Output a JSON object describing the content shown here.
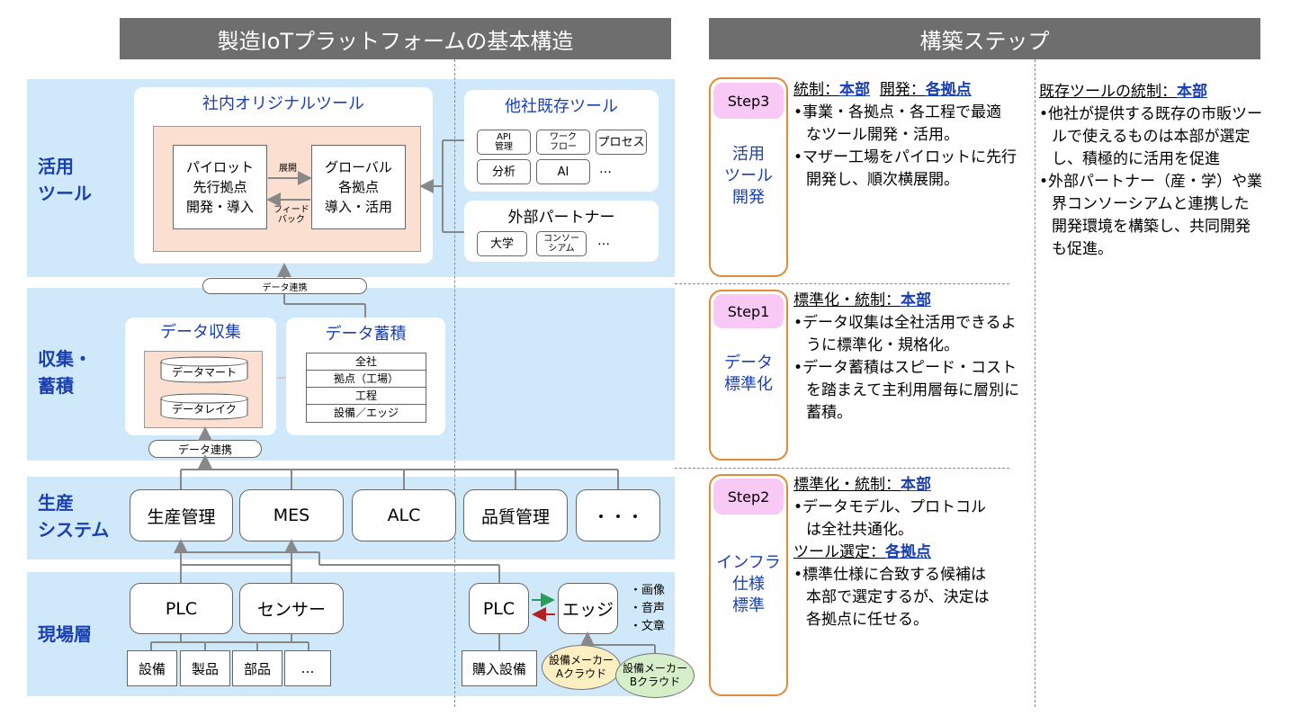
{
  "headers": {
    "left": "製造IoTプラットフォームの基本構造",
    "right": "構築ステップ"
  },
  "layers": {
    "use_tools": "活用\nツール",
    "collect": "収集・\n蓄積",
    "production": "生産\nシステム",
    "field": "現場層"
  },
  "inhouse": {
    "title": "社内オリジナルツール",
    "pilot": "パイロット\n先行拠点\n開発・導入",
    "global": "グローバル\n各拠点\n導入・活用",
    "deploy": "展開",
    "feedback": "フィード\nバック"
  },
  "others": {
    "title": "他社既存ツール",
    "items": [
      "API\n管理",
      "ワーク\nフロー",
      "プロセス",
      "分析",
      "AI",
      "…"
    ]
  },
  "partners": {
    "title": "外部パートナー",
    "items": [
      "大学",
      "コンソー\nシアム",
      "…"
    ]
  },
  "link_top": "データ連携",
  "collect_box": {
    "title": "データ収集",
    "mart": "データマート",
    "lake": "データレイク"
  },
  "store_box": {
    "title": "データ蓄積",
    "rows": [
      "全社",
      "拠点（工場）",
      "工程",
      "設備／エッジ"
    ]
  },
  "link_bottom": "データ連携",
  "production_systems": [
    "生産管理",
    "MES",
    "ALC",
    "品質管理",
    "・・・"
  ],
  "field": {
    "plc_left": "PLC",
    "sensor": "センサー",
    "items": [
      "設備",
      "製品",
      "部品",
      "…"
    ],
    "plc_right": "PLC",
    "edge": "エッジ",
    "media": [
      "・画像",
      "・音声",
      "・文章"
    ],
    "purchase": "購入設備",
    "cloud_a": "設備メーカー\nAクラウド",
    "cloud_b": "設備メーカー\nBクラウド"
  },
  "steps": [
    {
      "tag": "Step3",
      "name": "活用\nツール\n開発",
      "head_a_label": "統制：",
      "head_a_value": "本部",
      "head_b_label": "開発：",
      "head_b_value": "各拠点",
      "bullets": [
        "•事業・各拠点・各工程で最適なツール開発・活用。",
        "•マザー工場をパイロットに先行開発し、順次横展開。"
      ]
    },
    {
      "tag": "Step1",
      "name": "データ\n標準化",
      "head_a_label": "標準化・統制：",
      "head_a_value": "本部",
      "bullets": [
        "•データ収集は全社活用できるように標準化・規格化。",
        "•データ蓄積はスピード・コストを踏まえて主利用層毎に層別に蓄積。"
      ]
    },
    {
      "tag": "Step2",
      "name": "インフラ\n仕様\n標準",
      "head_a_label": "標準化・統制：",
      "head_a_value": "本部",
      "bullets_a": [
        "•データモデル、プロトコルは全社共通化。"
      ],
      "head_b_label": "ツール選定：",
      "head_b_value": "各拠点",
      "bullets_b": [
        "•標準仕様に合致する候補は本部で選定するが、決定は各拠点に任せる。"
      ]
    }
  ],
  "side_note": {
    "head_label": "既存ツールの統制：",
    "head_value": "本部",
    "bullets": [
      "•他社が提供する既存の市販ツールで使えるものは本部が選定し、積極的に活用を促進",
      "•外部パートナー（産・学）や業界コンソーシアムと連携した開発環境を構築し、共同開発も促進。"
    ]
  },
  "colors": {
    "band": "#cfe9fb",
    "header": "#6e6e6e",
    "accent_blue": "#1a3fae",
    "step_border": "#e08a3a",
    "step_tag": "#f8c9f4",
    "salmon": "#fbe0d2"
  }
}
